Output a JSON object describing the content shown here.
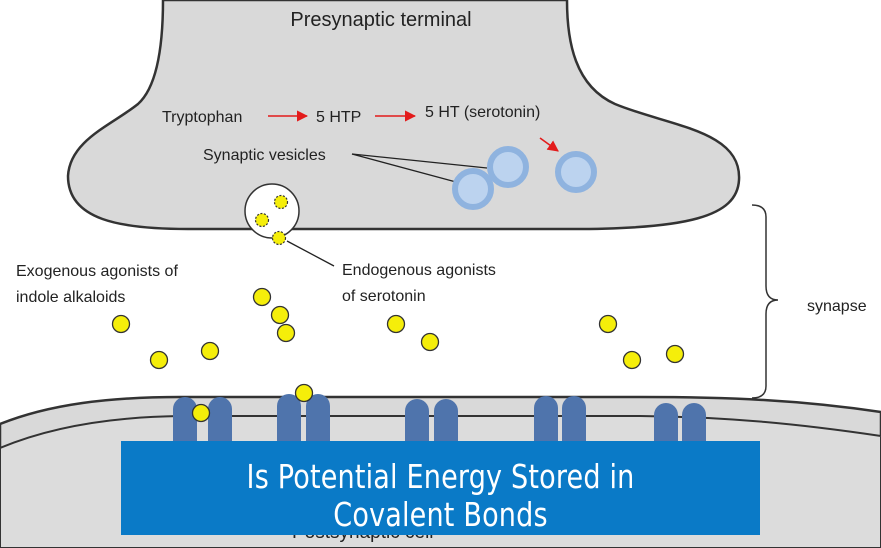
{
  "labels": {
    "presynaptic": "Presynaptic terminal",
    "tryptophan": "Tryptophan",
    "htp": "5 HTP",
    "ht": "5 HT (serotonin)",
    "vesicles": "Synaptic vesicles",
    "exogenous_line1": "Exogenous agonists of",
    "exogenous_line2": "indole alkaloids",
    "endogenous_line1": "Endogenous agonists",
    "endogenous_line2": "of serotonin",
    "synapse": "synapse",
    "postsynaptic": "Postsynaptic cell"
  },
  "banner": {
    "title": "Is Potential Energy Stored in Covalent Bonds"
  },
  "colors": {
    "terminal_fill": "#d9d9d9",
    "outline": "#333333",
    "arrow": "#e31b1b",
    "vesicle_ring": "#8fb3df",
    "vesicle_core": "#bcd3ef",
    "agonist": "#f5ee0a",
    "receptor": "#4f74ac",
    "banner": "#0a7ac7"
  }
}
